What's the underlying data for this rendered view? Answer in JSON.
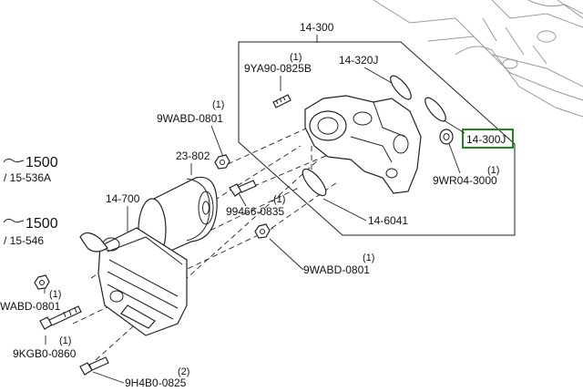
{
  "highlight_color": "#1e8a1e",
  "assembly": {
    "label": "14-300"
  },
  "callouts": {
    "highlighted_part": {
      "label": "14-300J"
    },
    "oring_upper": {
      "label": "14-320J"
    },
    "oring_lower": {
      "label": "14-6041"
    },
    "stud": {
      "label": "9YA90-0825B",
      "qty": "(1)"
    },
    "nut_upper": {
      "label": "9WABD-0801",
      "qty": "(1)"
    },
    "oil_filter": {
      "label": "23-802"
    },
    "bolt_mid": {
      "label": "99466-0835",
      "qty": "(1)"
    },
    "nut_lower": {
      "label": "9WABD-0801",
      "qty": "(1)"
    },
    "washer": {
      "label": "9WR04-3000",
      "qty": "(1)"
    },
    "oil_cooler": {
      "label": "14-700"
    },
    "nut_left": {
      "label": "WABD-0801",
      "qty": "(1)"
    },
    "bolt_long": {
      "label": "9KGB0-0860",
      "qty": "(1)"
    },
    "bolt_short": {
      "label": "9H4B0-0825",
      "qty": "(2)"
    }
  },
  "references": [
    {
      "number": "1500",
      "section": "/ 15-536A"
    },
    {
      "number": "1500",
      "section": "/ 15-546"
    }
  ]
}
